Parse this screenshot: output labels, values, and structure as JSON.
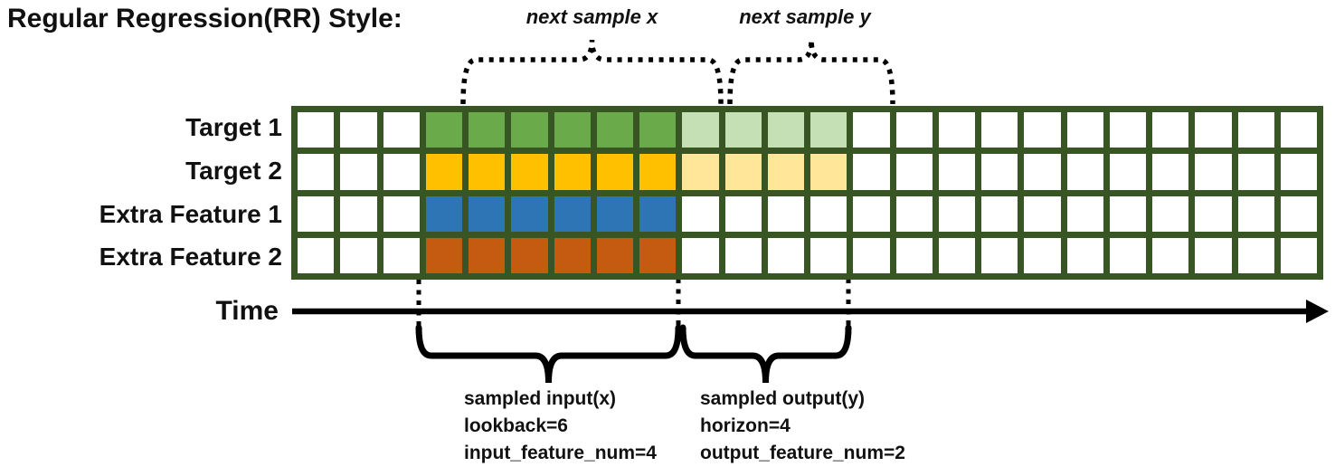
{
  "title": "Regular Regression(RR) Style:",
  "top_annotations": {
    "next_x": "next sample x",
    "next_y": "next sample y"
  },
  "rows": [
    {
      "label": "Target 1",
      "solid_color": "#6baa4a",
      "light_color": "#c5e0b4",
      "in_output": true
    },
    {
      "label": "Target 2",
      "solid_color": "#ffc000",
      "light_color": "#ffe699",
      "in_output": true
    },
    {
      "label": "Extra Feature 1",
      "solid_color": "#2e75b6",
      "light_color": null,
      "in_output": false
    },
    {
      "label": "Extra Feature 2",
      "solid_color": "#c55a11",
      "light_color": null,
      "in_output": false
    }
  ],
  "grid": {
    "total_columns": 24,
    "lead_in_columns": 3,
    "lookback": 6,
    "horizon": 4,
    "border_color": "#375623",
    "empty_cell_color": "#ffffff"
  },
  "time_axis": {
    "label": "Time"
  },
  "bottom_annotations": {
    "input": {
      "lines": [
        "sampled input(x)",
        "lookback=6",
        "input_feature_num=4"
      ]
    },
    "output": {
      "lines": [
        "sampled output(y)",
        "horizon=4",
        "output_feature_num=2"
      ]
    }
  },
  "line_color": "#000000"
}
